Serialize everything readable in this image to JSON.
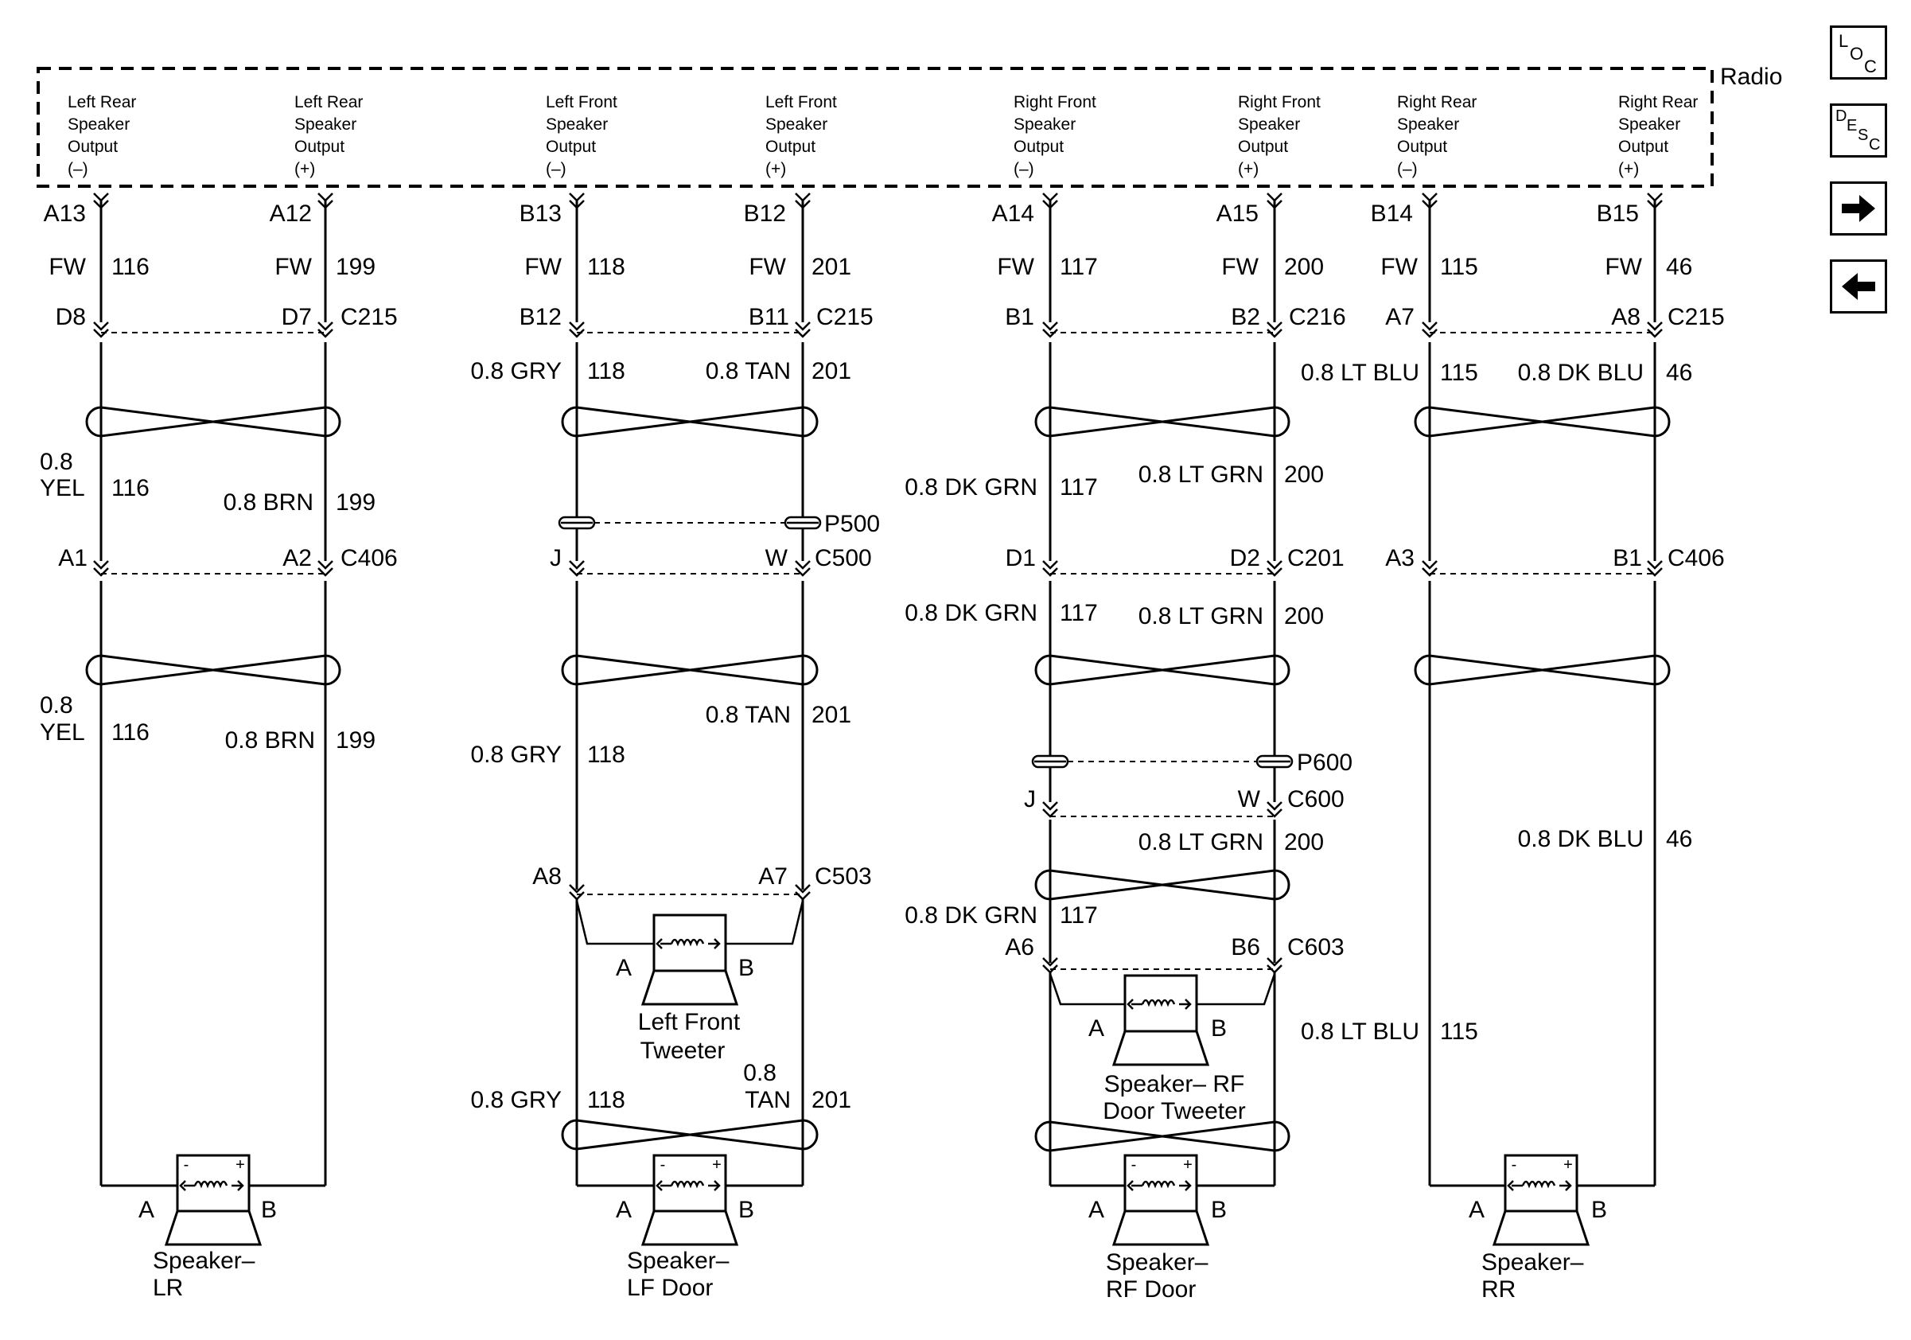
{
  "radio_label": "Radio",
  "outputs": [
    {
      "lines": [
        "Left Rear",
        "Speaker",
        "Output",
        "(–)"
      ]
    },
    {
      "lines": [
        "Left Rear",
        "Speaker",
        "Output",
        "(+)"
      ]
    },
    {
      "lines": [
        "Left Front",
        "Speaker",
        "Output",
        "(–)"
      ]
    },
    {
      "lines": [
        "Left Front",
        "Speaker",
        "Output",
        "(+)"
      ]
    },
    {
      "lines": [
        "Right Front",
        "Speaker",
        "Output",
        "(–)"
      ]
    },
    {
      "lines": [
        "Right Front",
        "Speaker",
        "Output",
        "(+)"
      ]
    },
    {
      "lines": [
        "Right Rear",
        "Speaker",
        "Output",
        "(–)"
      ]
    },
    {
      "lines": [
        "Right Rear",
        "Speaker",
        "Output",
        "(+)"
      ]
    }
  ],
  "radio_pins": [
    "A13",
    "A12",
    "B13",
    "B12",
    "A14",
    "A15",
    "B14",
    "B15"
  ],
  "wire_entries": [
    {
      "lhs": "FW",
      "circuit": "116"
    },
    {
      "lhs": "FW",
      "circuit": "199"
    },
    {
      "lhs": "FW",
      "circuit": "118"
    },
    {
      "lhs": "FW",
      "circuit": "201"
    },
    {
      "lhs": "FW",
      "circuit": "117"
    },
    {
      "lhs": "FW",
      "circuit": "200"
    },
    {
      "lhs": "FW",
      "circuit": "115"
    },
    {
      "lhs": "FW",
      "circuit": "46"
    }
  ],
  "connectors": {
    "c215_lr": {
      "pins": [
        "D8",
        "D7"
      ],
      "name": "C215"
    },
    "c215_lf": {
      "pins": [
        "B12",
        "B11"
      ],
      "name": "C215"
    },
    "c216_rf": {
      "pins": [
        "B1",
        "B2"
      ],
      "name": "C216"
    },
    "c215_rr": {
      "pins": [
        "A7",
        "A8"
      ],
      "name": "C215"
    },
    "c406_lr": {
      "pins": [
        "A1",
        "A2"
      ],
      "name": "C406"
    },
    "c500_lf": {
      "pins": [
        "J",
        "W"
      ],
      "name": "C500"
    },
    "c201_rf": {
      "pins": [
        "D1",
        "D2"
      ],
      "name": "C201"
    },
    "c406_rr": {
      "pins": [
        "A3",
        "B1"
      ],
      "name": "C406"
    },
    "c503_lf": {
      "pins": [
        "A8",
        "A7"
      ],
      "name": "C503"
    },
    "c600_rf": {
      "pins": [
        "J",
        "W"
      ],
      "name": "C600"
    },
    "c603_rf": {
      "pins": [
        "A6",
        "B6"
      ],
      "name": "C603"
    }
  },
  "splice_packs": [
    "P500",
    "P600"
  ],
  "wire_labels": [
    {
      "color": "0.8 GRY",
      "circuit": "118"
    },
    {
      "color": "0.8 TAN",
      "circuit": "201"
    },
    {
      "color": "0.8 LT BLU",
      "circuit": "115"
    },
    {
      "color": "0.8 DK BLU",
      "circuit": "46"
    },
    {
      "color": "0.8",
      "color2": "YEL",
      "circuit": "116"
    },
    {
      "color": "0.8 BRN",
      "circuit": "199"
    },
    {
      "color": "0.8 DK GRN",
      "circuit": "117"
    },
    {
      "color": "0.8 LT GRN",
      "circuit": "200"
    },
    {
      "color": "0.8 DK GRN",
      "circuit": "117"
    },
    {
      "color": "0.8 LT GRN",
      "circuit": "200"
    },
    {
      "color": "0.8",
      "color2": "YEL",
      "circuit": "116"
    },
    {
      "color": "0.8 BRN",
      "circuit": "199"
    },
    {
      "color": "0.8 TAN",
      "circuit": "201"
    },
    {
      "color": "0.8 GRY",
      "circuit": "118"
    },
    {
      "color": "0.8 LT GRN",
      "circuit": "200"
    },
    {
      "color": "0.8 DK BLU",
      "circuit": "46"
    },
    {
      "color": "0.8 DK GRN",
      "circuit": "117"
    },
    {
      "color": "0.8 LT BLU",
      "circuit": "115"
    },
    {
      "color": "0.8 GRY",
      "circuit": "118"
    },
    {
      "color": "0.8",
      "color2": "TAN",
      "circuit": "201"
    }
  ],
  "speakers": [
    {
      "name": [
        "Speaker–",
        "LR"
      ],
      "pin_a": "A",
      "pin_b": "B",
      "minus": "-",
      "plus": "+"
    },
    {
      "name": [
        "Speaker–",
        "LF Door"
      ],
      "pin_a": "A",
      "pin_b": "B",
      "minus": "-",
      "plus": "+"
    },
    {
      "name": [
        "Speaker–",
        "RF Door"
      ],
      "pin_a": "A",
      "pin_b": "B",
      "minus": "-",
      "plus": "+"
    },
    {
      "name": [
        "Speaker–",
        "RR"
      ],
      "pin_a": "A",
      "pin_b": "B",
      "minus": "-",
      "plus": "+"
    }
  ],
  "tweeters": [
    {
      "name": [
        "Left Front",
        "Tweeter"
      ],
      "pin_a": "A",
      "pin_b": "B"
    },
    {
      "name": [
        "Speaker– RF",
        "Door Tweeter"
      ],
      "pin_a": "A",
      "pin_b": "B"
    }
  ],
  "nav": {
    "loc": {
      "l": "L",
      "o": "O",
      "c": "C"
    },
    "desc": {
      "d": "D",
      "e": "E",
      "s": "S",
      "c": "C"
    },
    "forward_icon": "arrow-right-icon",
    "back_icon": "arrow-left-icon"
  }
}
